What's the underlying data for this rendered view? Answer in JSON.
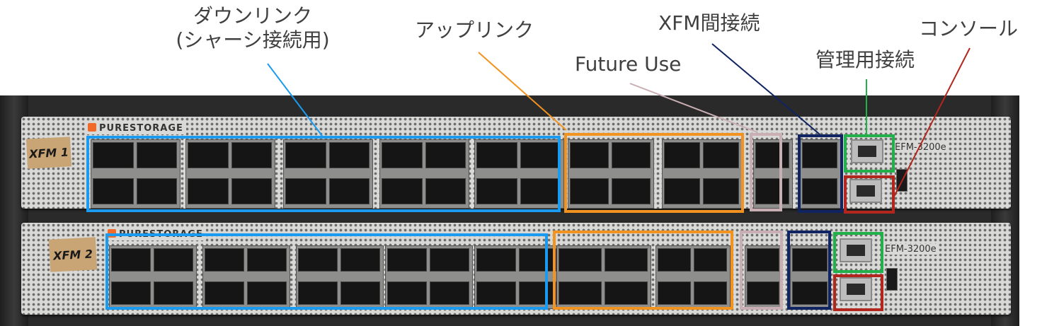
{
  "labels": {
    "downlink_line1": "ダウンリンク",
    "downlink_line2": "(シャーシ接続用)",
    "uplink": "アップリンク",
    "future_use": "Future Use",
    "xfm_interconnect": "XFM間接続",
    "management": "管理用接続",
    "console": "コンソール"
  },
  "units": [
    {
      "brand": "PURESTORAGE",
      "tape": "XFM 1",
      "model": "EFM-3200e"
    },
    {
      "brand": "PURESTORAGE",
      "tape": "XFM 2",
      "model": "EFM-3200e"
    }
  ],
  "colors": {
    "downlink": "#1a9bf0",
    "uplink": "#f2921f",
    "future_use": "#c9aeb3",
    "xfm_interconnect": "#0f2460",
    "management": "#22b04b",
    "console": "#b3261e",
    "label_text": "#404040"
  }
}
